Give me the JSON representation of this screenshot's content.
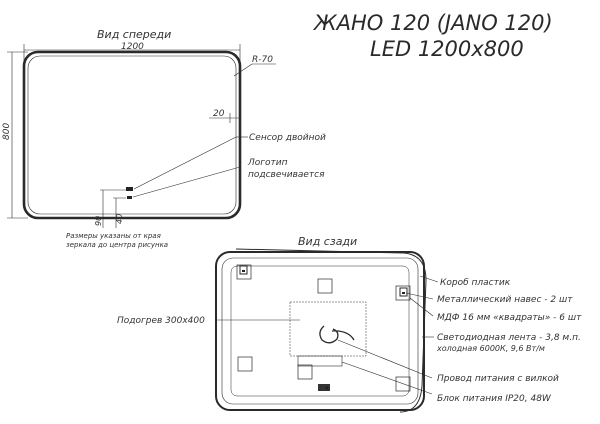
{
  "title": {
    "line1": "ЖАНО 120 (JANO 120)",
    "line2": "LED 1200x800"
  },
  "front_view": {
    "label": "Вид спереди",
    "width": "1200",
    "height": "800",
    "radius": "R-70",
    "offset_right": "20",
    "offset_bottom_a": "90",
    "offset_bottom_b": "40",
    "note_line1": "Размеры указаны от края",
    "note_line2": "зеркала до центра рисунка",
    "callouts": {
      "sensor": "Сенсор двойной",
      "logo_line1": "Логотип",
      "logo_line2": "подсвечивается"
    }
  },
  "back_view": {
    "label": "Вид сзади",
    "heater": "Подогрев 300x400",
    "callouts": {
      "box": "Короб пластик",
      "hanger": "Металлический навес - 2 шт",
      "mdf": "МДФ 16 мм «квадраты» - 6 шт",
      "led_line1": "Светодиодная лента - 3,8 м.п.",
      "led_line2": "холодная 6000К, 9,6 Вт/м",
      "cable": "Провод питания с вилкой",
      "psu": "Блок питания IP20, 48W"
    }
  }
}
